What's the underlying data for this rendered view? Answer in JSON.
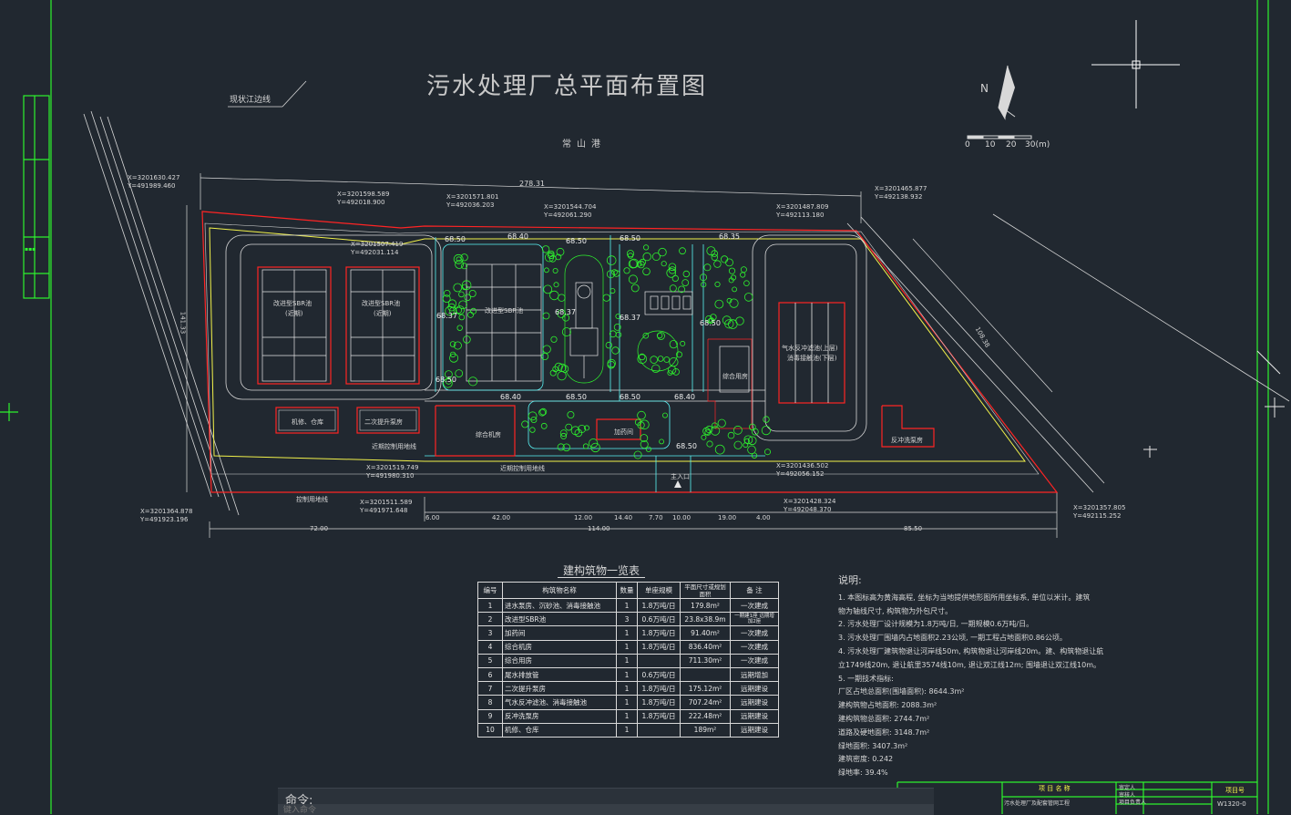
{
  "drawing_title": "污水处理厂总平面布置图",
  "river_label": "现状江边线",
  "harbor_label": "常山港",
  "north_label": "N",
  "scale_ticks": [
    "0",
    "10",
    "20",
    "30(m)"
  ],
  "dims": {
    "top_overall": "278.31",
    "right_side": "108.38",
    "left_side": "141.33",
    "bottom_segments": [
      "72.00",
      "6.00",
      "42.00",
      "12.00",
      "14.40",
      "7.70",
      "10.00",
      "19.00",
      "4.00",
      "85.50"
    ],
    "bottom_total": "114.00"
  },
  "elevations": [
    "68.50",
    "68.40",
    "68.50",
    "68.50",
    "68.35",
    "68.37",
    "68.37",
    "68.37",
    "68.50",
    "68.50",
    "68.40",
    "68.50",
    "68.40",
    "68.50",
    "68.50"
  ],
  "coordinates": [
    {
      "x": "X=3201630.427",
      "y": "Y=491989.460"
    },
    {
      "x": "X=3201598.589",
      "y": "Y=492018.900"
    },
    {
      "x": "X=3201571.801",
      "y": "Y=492036.203"
    },
    {
      "x": "X=3201544.704",
      "y": "Y=492061.290"
    },
    {
      "x": "X=3201507.419",
      "y": "Y=492031.114"
    },
    {
      "x": "X=3201487.809",
      "y": "Y=492113.180"
    },
    {
      "x": "X=3201465.877",
      "y": "Y=492138.932"
    },
    {
      "x": "X=3201519.749",
      "y": "Y=491980.310"
    },
    {
      "x": "X=3201436.502",
      "y": "Y=492056.152"
    },
    {
      "x": "X=3201511.589",
      "y": "Y=491971.648"
    },
    {
      "x": "X=3201428.324",
      "y": "Y=492048.370"
    },
    {
      "x": "X=3201364.878",
      "y": "Y=491923.196"
    },
    {
      "x": "X=3201357.805",
      "y": "Y=492115.252"
    }
  ],
  "building_labels": {
    "sbr1": "改进型SBR池",
    "sbr1_sub": "(近期)",
    "sbr2": "改进型SBR池",
    "sbr2_sub": "(近期)",
    "sbr3": "改进型SBR池",
    "repair": "机修、仓库",
    "pump2": "二次提升泵房",
    "main_building": "综合机房",
    "dosing": "加药间",
    "office": "综合用房",
    "filter": "气水反冲滤池(上层)",
    "filter_sub": "消毒接触池(下层)",
    "backwash": "反冲洗泵房",
    "pipe1": "近期控制用地线",
    "pipe2": "控制用地线",
    "pipe3": "近期控制用地线",
    "entrance": "主入口"
  },
  "table": {
    "title": "建构筑物一览表",
    "headers": [
      "编号",
      "构筑物名称",
      "数量",
      "单座规模",
      "平面尺寸或规划面积",
      "备 注"
    ],
    "rows": [
      [
        "1",
        "进水泵房、沉砂池、消毒接触池",
        "1",
        "1.8万吨/日",
        "179.8m²",
        "一次建成"
      ],
      [
        "2",
        "改进型SBR池",
        "3",
        "0.6万吨/日",
        "23.8x38.9m",
        "一期建1座 远期增加2座"
      ],
      [
        "3",
        "加药间",
        "1",
        "1.8万吨/日",
        "91.40m²",
        "一次建成"
      ],
      [
        "4",
        "综合机房",
        "1",
        "1.8万吨/日",
        "836.40m²",
        "一次建成"
      ],
      [
        "5",
        "综合用房",
        "1",
        "",
        "711.30m²",
        "一次建成"
      ],
      [
        "6",
        "尾水排放管",
        "1",
        "0.6万吨/日",
        "",
        "远期增加"
      ],
      [
        "7",
        "二次提升泵房",
        "1",
        "1.8万吨/日",
        "175.12m²",
        "远期建设"
      ],
      [
        "8",
        "气水反冲滤池、消毒接触池",
        "1",
        "1.8万吨/日",
        "707.24m²",
        "远期建设"
      ],
      [
        "9",
        "反冲洗泵房",
        "1",
        "1.8万吨/日",
        "222.48m²",
        "远期建设"
      ],
      [
        "10",
        "机修、仓库",
        "1",
        "",
        "189m²",
        "远期建设"
      ]
    ]
  },
  "notes": {
    "title": "说明:",
    "lines": [
      "1. 本图标高为黄海高程, 坐标为当地提供地形图所用坐标系, 单位以米计。建筑",
      "   物为轴线尺寸, 构筑物为外包尺寸。",
      "2. 污水处理厂设计规模为1.8万吨/日, 一期规模0.6万吨/日。",
      "3. 污水处理厂围墙内占地面积2.23公顷, 一期工程占地面积0.86公顷。",
      "4. 污水处理厂建筑物退让河岸线50m, 构筑物退让河岸线20m。建、构筑物退让航",
      "   立1749线20m, 退让航里3574线10m, 退让双江线12m; 围墙退让双江线10m。",
      "5. 一期技术指标:",
      "   厂区占地总面积(围墙面积): 8644.3m²",
      "   建构筑物占地面积: 2088.3m²",
      "   建构筑物总面积:   2744.7m²",
      "   道路及硬地面积: 3148.7m²",
      "   绿地面积: 3407.3m²",
      "   建筑密度: 0.242",
      "   绿地率:   39.4%"
    ]
  },
  "title_block": {
    "project_label": "项 目 名 称",
    "project_name": "污水处理厂及配套管网工程",
    "drawing_number_label": "项目号",
    "drawing_number": "W1320-0",
    "roles": [
      "审定人",
      "审核人",
      "项目负责人"
    ],
    "names": [
      "",
      "",
      ""
    ]
  },
  "command": {
    "label": "命令:",
    "placeholder": "键入命令"
  },
  "colors": {
    "background": "#212830",
    "frame": "#2ef22e",
    "boundary_red": "#ff2424",
    "boundary_yellow": "#f2f24a",
    "road": "#d8d8d8",
    "tree": "#2ef22e",
    "cyan": "#5af5f5"
  }
}
